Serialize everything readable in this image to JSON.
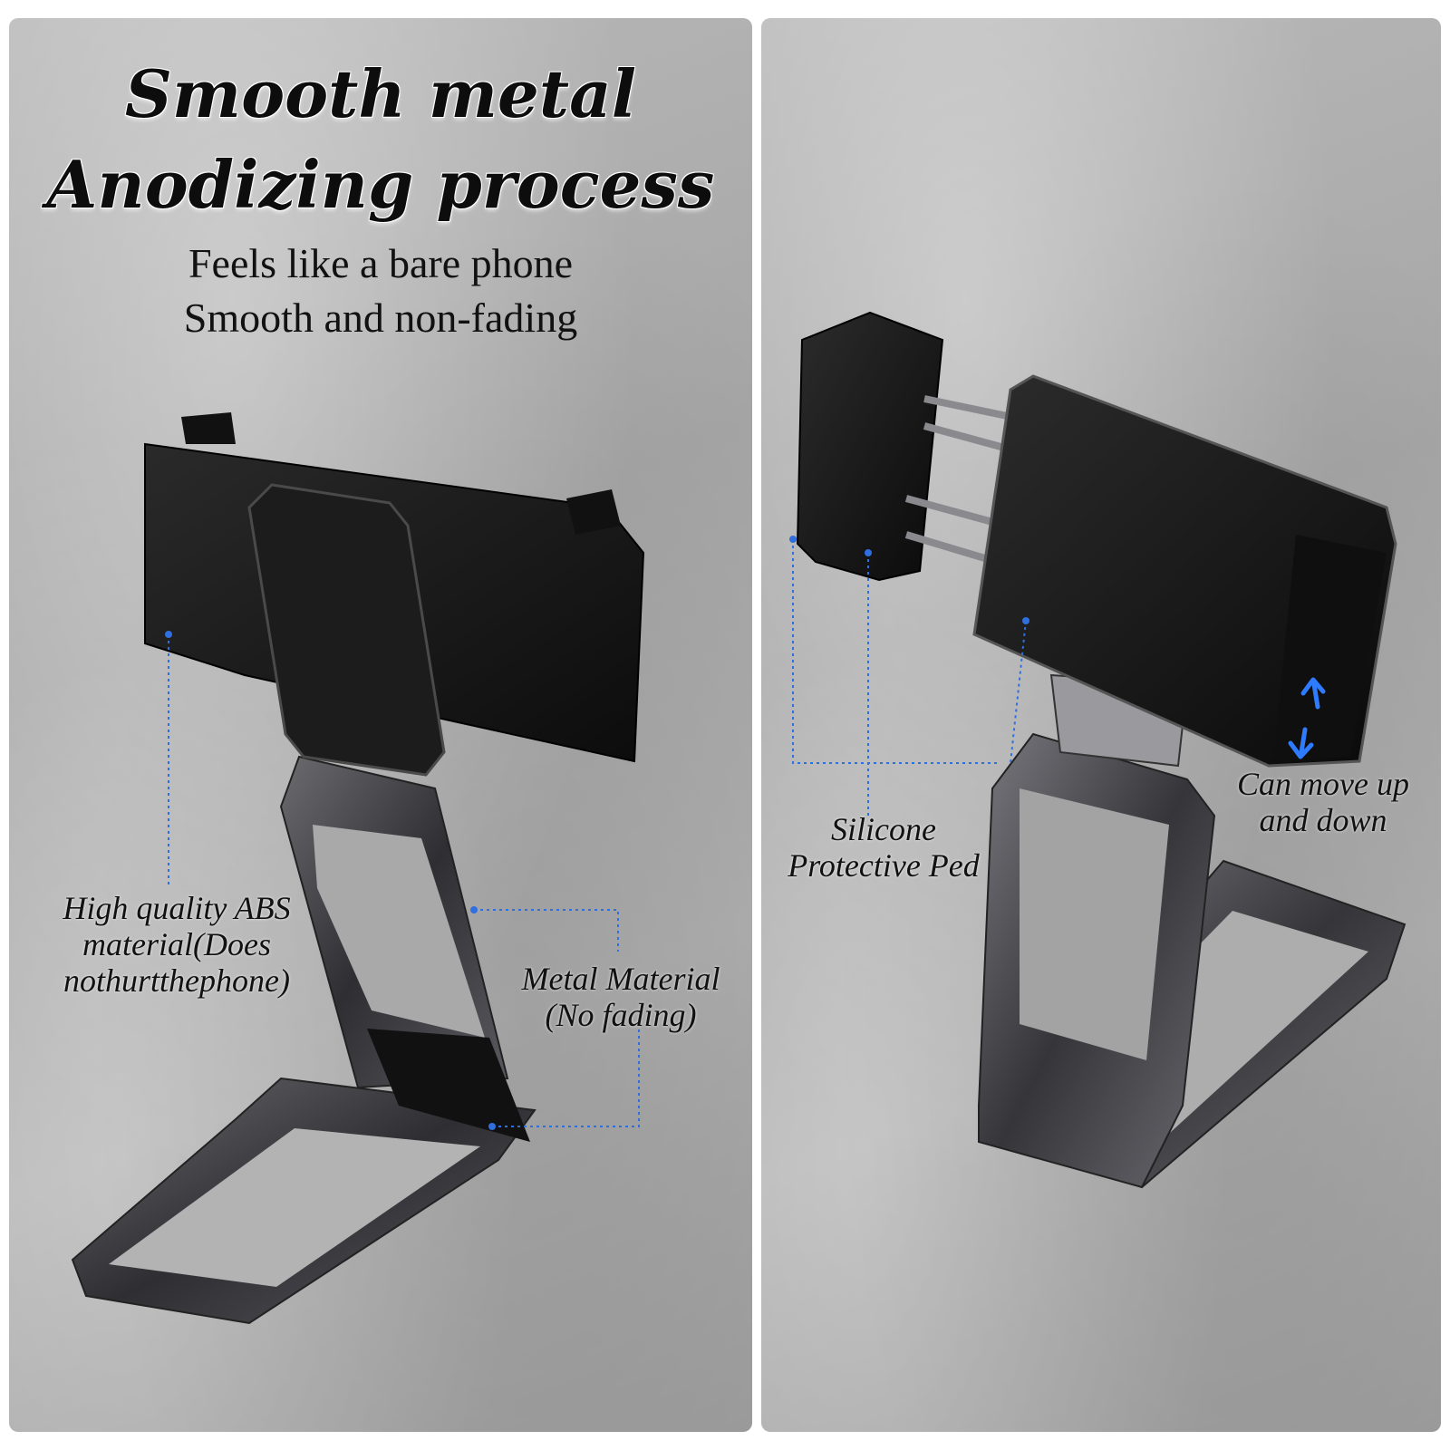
{
  "left_panel": {
    "title_line1": "Smooth metal",
    "title_line2": "Anodizing process",
    "subtitle_line1": "Feels like a bare phone",
    "subtitle_line2": "Smooth and non-fading",
    "callout_abs": [
      "High quality ABS",
      "material(Does",
      "nothurtthephone)"
    ],
    "callout_metal": [
      "Metal Material",
      "(No fading)"
    ]
  },
  "right_panel": {
    "callout_silicone": [
      "Silicone",
      "Protective Ped"
    ],
    "callout_move": [
      "Can move up",
      "and down"
    ]
  },
  "colors": {
    "callout_line": "#2f6fe0",
    "arrow": "#2f7bff",
    "background": "#aeaeae"
  }
}
